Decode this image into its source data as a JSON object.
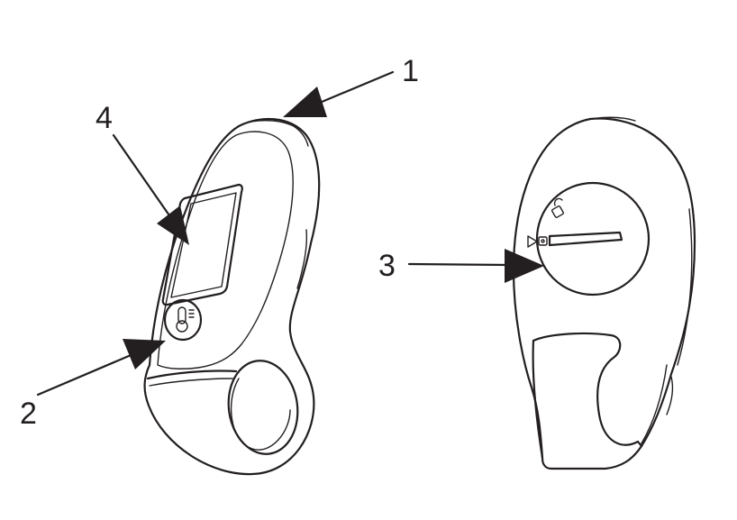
{
  "diagram": {
    "stroke_color": "#231f20",
    "background": "#ffffff",
    "callouts": [
      {
        "id": "1",
        "label": "1"
      },
      {
        "id": "2",
        "label": "2"
      },
      {
        "id": "3",
        "label": "3"
      },
      {
        "id": "4",
        "label": "4"
      }
    ],
    "icons": {
      "front_button": "thermometer-icon",
      "back_lock": "padlock-icon",
      "back_unlock": "unlocked-padlock-icon",
      "back_arrow": "triangle-pointer-icon"
    }
  }
}
